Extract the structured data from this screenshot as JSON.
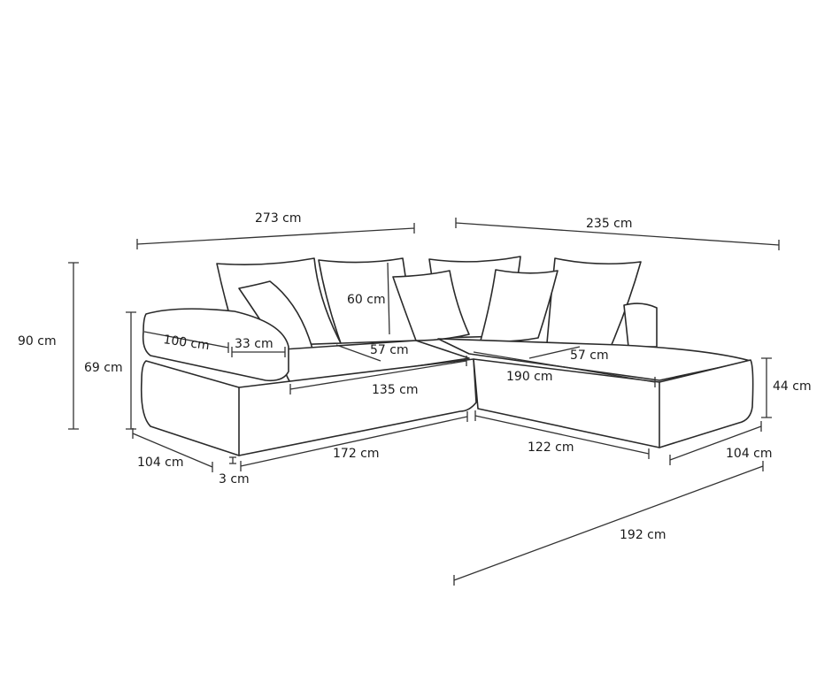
{
  "colors": {
    "line": "#2a2a2a",
    "background": "#ffffff"
  },
  "dimensions": {
    "total_width_left": "273 cm",
    "total_width_right": "235 cm",
    "total_height": "90 cm",
    "arm_height": "69 cm",
    "arm_length": "100 cm",
    "arm_width": "33 cm",
    "back_cushion_height": "60 cm",
    "seat_depth_left": "57 cm",
    "seat_width_left": "135 cm",
    "seat_width_right": "190 cm",
    "seat_depth_right": "57 cm",
    "seat_height": "44 cm",
    "depth_left": "104 cm",
    "leg_height": "3 cm",
    "front_length_left": "172 cm",
    "front_length_right": "122 cm",
    "depth_right": "104 cm",
    "chaise_length": "192 cm"
  }
}
